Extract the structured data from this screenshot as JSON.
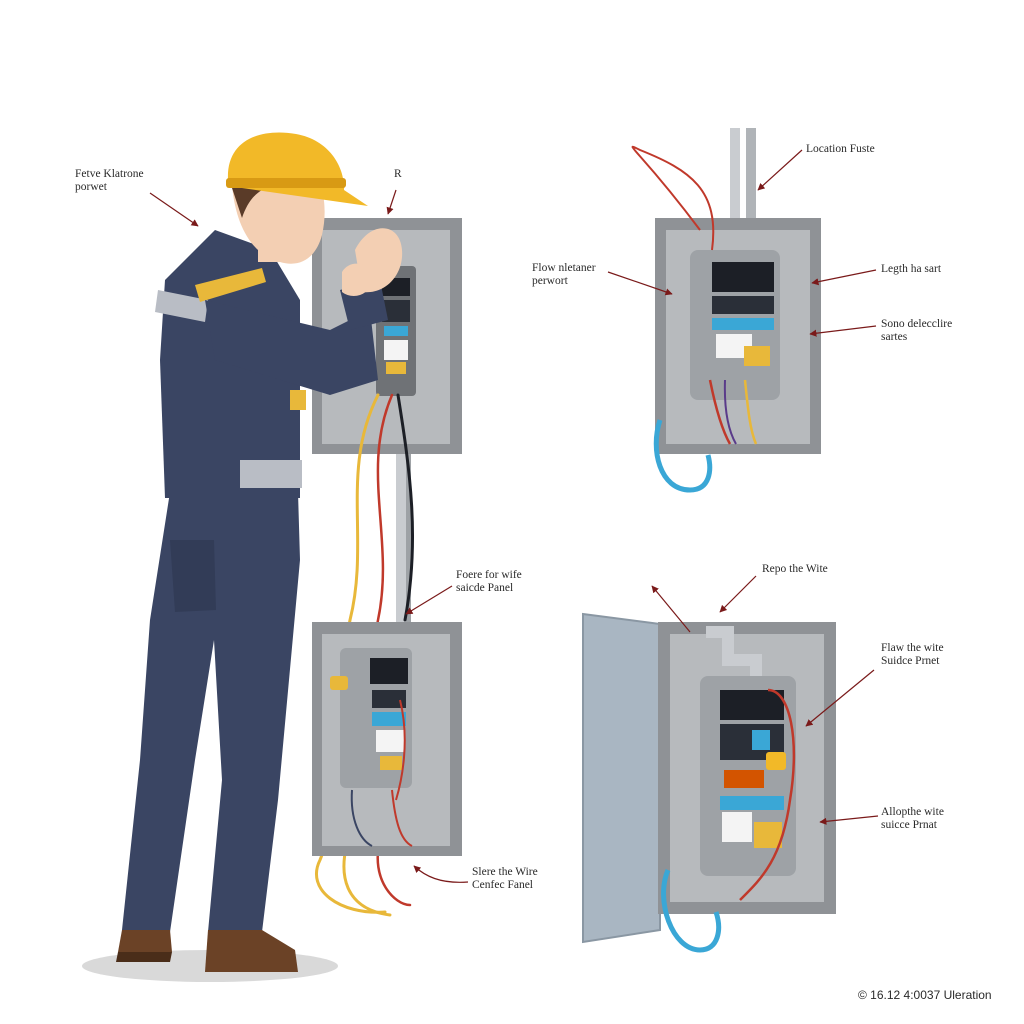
{
  "labels": {
    "worker": [
      "Fetve Klatrone",
      "porwet"
    ],
    "top_r": "R",
    "location_fuste": "Location Fuste",
    "flow_nletaner": [
      "Flow nletaner",
      "perwort"
    ],
    "legth_ha_sart": "Legth ha sart",
    "sono_delecclire": [
      "Sono delecclire",
      "sartes"
    ],
    "foere_for_wire": [
      "Foere for wife",
      "saicde Panel"
    ],
    "repo_the_wite": "Repo the Wite",
    "flaw_the_wite": [
      "Flaw the wite",
      "Suidce Prnet"
    ],
    "allopthe_wite": [
      "Allopthe wite",
      "suicce Prnat"
    ],
    "slere_the_wire": [
      "Slere the Wire",
      "Cenfec Fanel"
    ]
  },
  "footer": "© 16.12 4:0037 Uleration",
  "colors": {
    "helmet": "#f2b928",
    "coverall": "#3a4563",
    "reflective": "#b9bdc5",
    "panel_frame": "#8f9296",
    "panel_inner": "#b7babd",
    "wire_red": "#c0392b",
    "wire_yellow": "#e8b83a",
    "wire_blue": "#3aa7d6",
    "boots": "#6b4226"
  }
}
